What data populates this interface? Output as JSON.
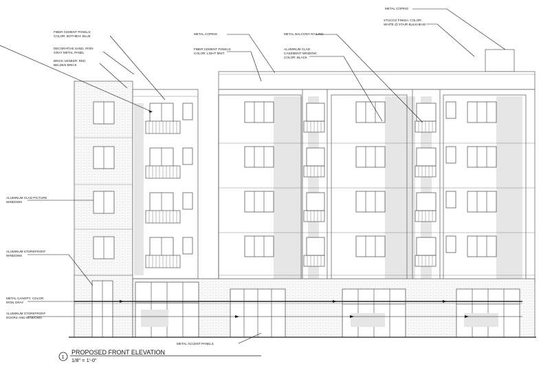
{
  "labels": {
    "metal_coping_top": "METAL COPING",
    "stucco_1": "STUCCO FINISH. COLOR:",
    "stucco_2": "WHITE @ STAIR BULKHEAD",
    "fiber_blue_1": "FIBER CEMENT PANELS;",
    "fiber_blue_2": "COLOR: BOTHBAY BLUE",
    "metal_coping": "METAL COPING",
    "balcony_railing": "METAL BALCONY RAILING",
    "decorative_1": "DECORATIVE SAND, IRON",
    "decorative_2": "GRAY METAL PANEL",
    "fiber_light_1": "FIBER CEMENT PANELS;",
    "fiber_light_2": "COLOR: LIGHT MIST",
    "casement_1": "ALUMINUM CLAD",
    "casement_2": "CASEMENT WINDOW;",
    "casement_3": "COLOR: BLACK",
    "brick_1": "BRICK VENEER: RED",
    "brick_2": "BELDEN BRICK",
    "picture_1": "ALUMINUM CLAD PICTURE",
    "picture_2": "WINDOWS",
    "storefront_1": "ALUMINUM STOREFRONT",
    "storefront_2": "WINDOWS",
    "canopy_1": "METAL CANOPY; COLOR:",
    "canopy_2": "IRON GRAY",
    "doors_1": "ALUMINUM STOREFRONT",
    "doors_2": "DOORS AND WINDOWS",
    "accent": "METAL ACCENT PANELS"
  },
  "title": {
    "number": "1",
    "name": "PROPOSED FRONT ELEVATION",
    "scale": "1/8\" = 1'-0\""
  },
  "colors": {
    "line": "#555555",
    "shade": "#e6e6e6",
    "brick": "#bdbdbd"
  }
}
